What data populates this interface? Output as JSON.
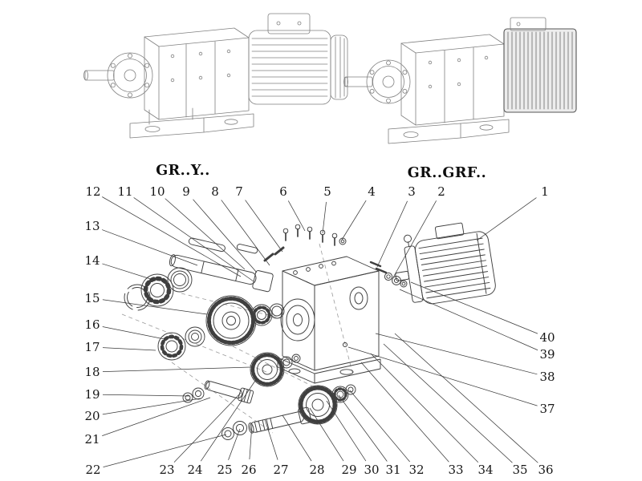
{
  "diagram": {
    "variant_labels": {
      "left": "GR..Y..",
      "right": "GR..GRF.."
    },
    "callouts": {
      "top": [
        "12",
        "11",
        "10",
        "9",
        "8",
        "7",
        "6",
        "5",
        "4",
        "3",
        "2",
        "1"
      ],
      "left": [
        "13",
        "14",
        "15",
        "16",
        "17",
        "18",
        "19",
        "20",
        "21",
        "22"
      ],
      "bottom": [
        "23",
        "24",
        "25",
        "26",
        "27",
        "28",
        "29",
        "30",
        "31",
        "32",
        "33",
        "34",
        "35",
        "36"
      ],
      "right": [
        "40",
        "39",
        "38",
        "37"
      ]
    }
  },
  "colors": {
    "background": "#ffffff",
    "line": "#3f3f3f",
    "light_line": "#808080"
  }
}
